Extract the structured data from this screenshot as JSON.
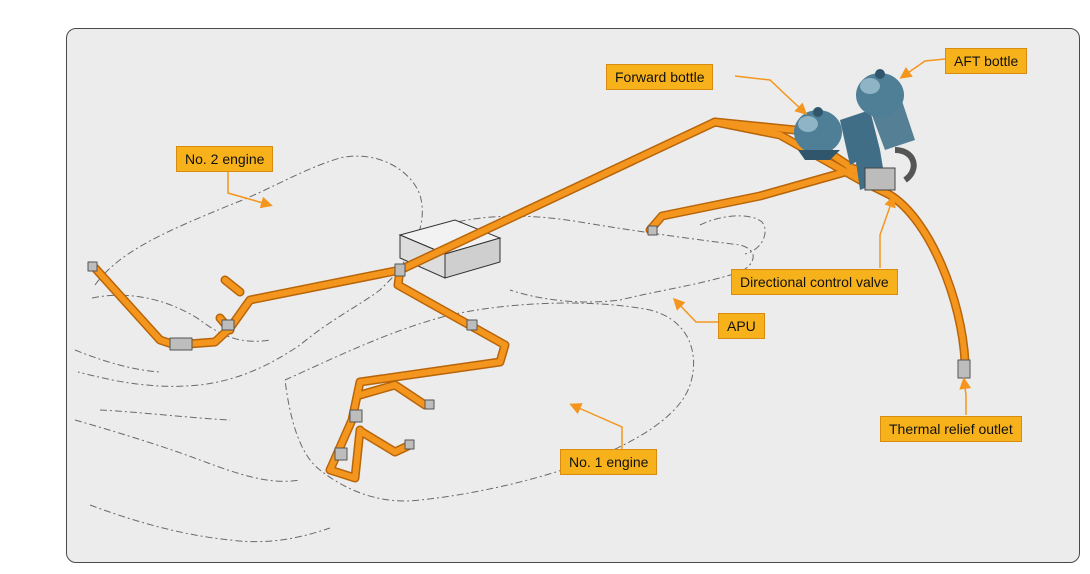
{
  "labels": {
    "forward_bottle": "Forward bottle",
    "aft_bottle": "AFT bottle",
    "no2_engine": "No. 2 engine",
    "directional_valve": "Directional control valve",
    "apu": "APU",
    "no1_engine": "No. 1 engine",
    "thermal_relief": "Thermal relief outlet"
  },
  "colors": {
    "pipe": "#f4961e",
    "pipe_edge": "#b8650a",
    "bottle": "#4e7f97",
    "bottle_dark": "#2f566b",
    "callout_bg": "#f7b21b",
    "leader": "#f4961e",
    "outline": "#6a6a6a"
  }
}
